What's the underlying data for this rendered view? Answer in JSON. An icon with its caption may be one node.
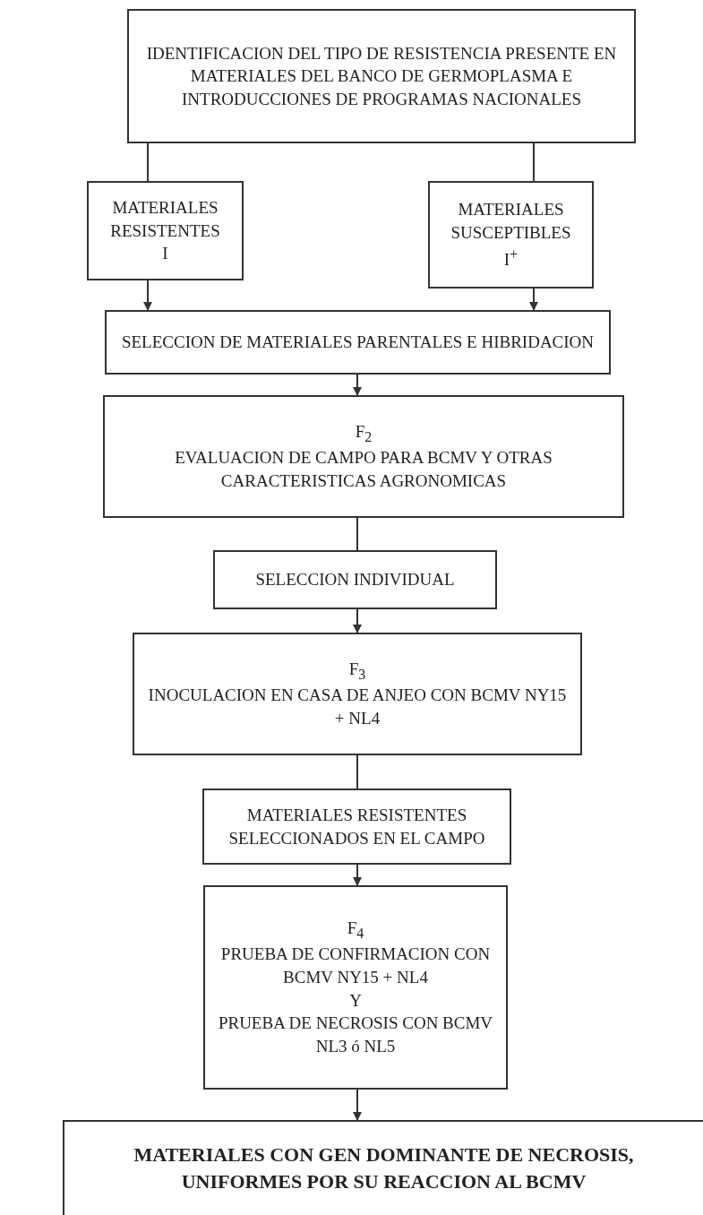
{
  "diagram": {
    "nodes": [
      {
        "text": [
          "IDENTIFICACION DEL TIPO DE RESISTENCIA PRESENTE EN MATERIALES DEL BANCO DE GERMOPLASMA E INTRODUCCIONES DE PROGRAMAS NACIONALES"
        ]
      },
      {
        "text": [
          "MATERIALES RESISTENTES",
          "I"
        ]
      },
      {
        "text": [
          "MATERIALES SUSCEPTIBLES",
          "I$^{+}$"
        ]
      },
      {
        "text": [
          "SELECCION DE MATERIALES PARENTALES E HIBRIDACION"
        ]
      },
      {
        "text": [
          "F$_{2}$",
          "EVALUACION DE CAMPO PARA BCMV Y OTRAS CARACTERISTICAS AGRONOMICAS"
        ]
      },
      {
        "text": [
          "SELECCION INDIVIDUAL"
        ]
      },
      {
        "text": [
          "F$_{3}$",
          "INOCULACION EN CASA DE ANJEO CON BCMV NY15 + NL4"
        ]
      },
      {
        "text": [
          "MATERIALES RESISTENTES SELECCIONADOS EN EL CAMPO"
        ]
      },
      {
        "text": [
          "F$_{4}$",
          "PRUEBA DE CONFIRMACION CON BCMV NY15 + NL4",
          "Y",
          "PRUEBA DE NECROSIS CON BCMV NL3 ó NL5"
        ]
      },
      {
        "text": [
          "MATERIALES CON GEN DOMINANTE DE NECROSIS, UNIFORMES POR SU REACCION AL BCMV"
        ]
      }
    ],
    "edges": [
      {
        "from": 0,
        "to": 1,
        "arrow": "none"
      },
      {
        "from": 0,
        "to": 2,
        "arrow": "none"
      },
      {
        "from": 1,
        "to": 3,
        "arrow": "to"
      },
      {
        "from": 2,
        "to": 3,
        "arrow": "to"
      },
      {
        "from": 3,
        "to": 4,
        "arrow": "to"
      },
      {
        "from": 4,
        "to": 5,
        "arrow": "none"
      },
      {
        "from": 5,
        "to": 6,
        "arrow": "to"
      },
      {
        "from": 6,
        "to": 7,
        "arrow": "none"
      },
      {
        "from": 7,
        "to": 8,
        "arrow": "to"
      },
      {
        "from": 8,
        "to": 9,
        "arrow": "to"
      }
    ]
  }
}
